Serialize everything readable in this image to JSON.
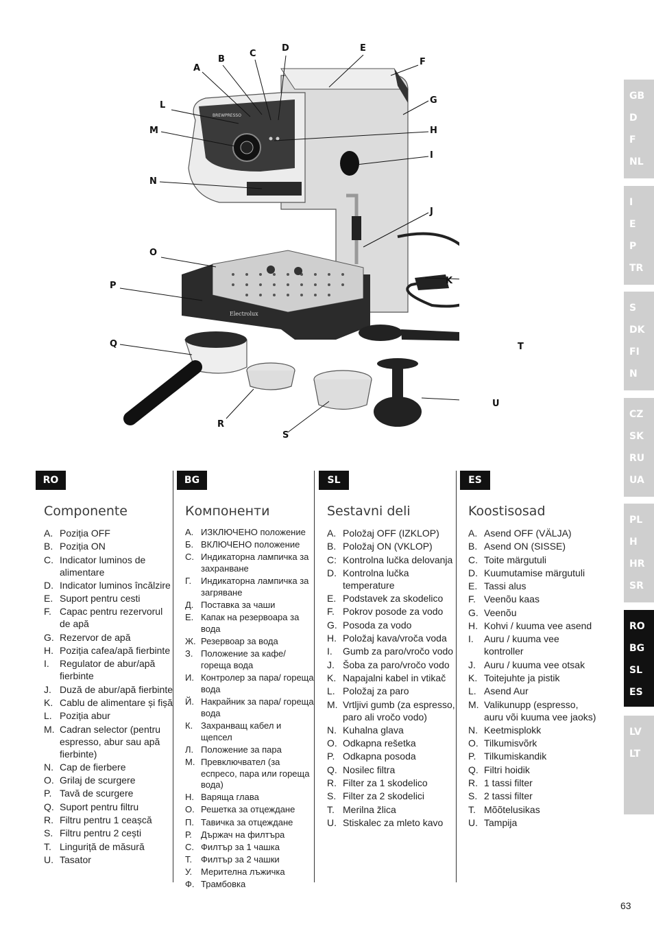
{
  "callouts": [
    "A",
    "B",
    "C",
    "D",
    "E",
    "F",
    "G",
    "H",
    "I",
    "J",
    "K",
    "L",
    "M",
    "N",
    "O",
    "P",
    "Q",
    "R",
    "S",
    "T",
    "U"
  ],
  "machine_brand": "Electrolux",
  "columns": [
    {
      "tag": "RO",
      "title": "Componente",
      "items": [
        {
          "k": "A.",
          "v": "Poziția OFF"
        },
        {
          "k": "B.",
          "v": "Poziția ON"
        },
        {
          "k": "C.",
          "v": "Indicator luminos de alimentare"
        },
        {
          "k": "D.",
          "v": "Indicator luminos încălzire"
        },
        {
          "k": "E.",
          "v": "Suport pentru cesti"
        },
        {
          "k": "F.",
          "v": "Capac pentru rezervorul de apă"
        },
        {
          "k": "G.",
          "v": "Rezervor de apă"
        },
        {
          "k": "H.",
          "v": "Poziția cafea/apă fierbinte"
        },
        {
          "k": "I.",
          "v": "Regulator de abur/apă fierbinte"
        },
        {
          "k": "J.",
          "v": "Duză de abur/apă fierbinte"
        },
        {
          "k": "K.",
          "v": "Cablu de alimentare și fișă"
        },
        {
          "k": "L.",
          "v": "Poziția abur"
        },
        {
          "k": "M.",
          "v": "Cadran selector (pentru espresso, abur sau apă fierbinte)"
        },
        {
          "k": "N.",
          "v": "Cap de fierbere"
        },
        {
          "k": "O.",
          "v": "Grilaj de scurgere"
        },
        {
          "k": "P.",
          "v": "Tavă de scurgere"
        },
        {
          "k": "Q.",
          "v": "Suport pentru filtru"
        },
        {
          "k": "R.",
          "v": "Filtru pentru 1 ceașcă"
        },
        {
          "k": "S.",
          "v": "Filtru pentru 2 cești"
        },
        {
          "k": "T.",
          "v": "Linguriță de măsură"
        },
        {
          "k": "U.",
          "v": "Tasator"
        }
      ]
    },
    {
      "tag": "BG",
      "title": "Компоненти",
      "items": [
        {
          "k": "A.",
          "v": "ИЗКЛЮЧЕНО положение"
        },
        {
          "k": "Б.",
          "v": "ВКЛЮЧЕНО положение"
        },
        {
          "k": "С.",
          "v": "Индикаторна лампичка за захранване"
        },
        {
          "k": "Г.",
          "v": "Индикаторна лампичка за загряване"
        },
        {
          "k": "Д.",
          "v": "Поставка за чаши"
        },
        {
          "k": "Е.",
          "v": "Капак на резервоара за вода"
        },
        {
          "k": "Ж.",
          "v": "Резервоар за вода"
        },
        {
          "k": "З.",
          "v": "Положение за кафе/ гореща вода"
        },
        {
          "k": "И.",
          "v": "Контролер за пара/ гореща вода"
        },
        {
          "k": "Й.",
          "v": "Накрайник за пара/ гореща вода"
        },
        {
          "k": "К.",
          "v": "Захранващ кабел и щепсел"
        },
        {
          "k": "Л.",
          "v": "Положение за пара"
        },
        {
          "k": "М.",
          "v": "Превключвател (за еспресо, пара или гореща вода)"
        },
        {
          "k": "Н.",
          "v": "Варяща глава"
        },
        {
          "k": "О.",
          "v": "Решетка за отцеждане"
        },
        {
          "k": "П.",
          "v": "Тавичка за отцеждане"
        },
        {
          "k": "Р.",
          "v": "Държач на филтъра"
        },
        {
          "k": "С.",
          "v": "Филтър за 1 чашка"
        },
        {
          "k": "Т.",
          "v": "Филтър за 2 чашки"
        },
        {
          "k": "У.",
          "v": "Мерителна лъжичка"
        },
        {
          "k": "Ф.",
          "v": "Трамбовка"
        }
      ]
    },
    {
      "tag": "SL",
      "title": "Sestavni deli",
      "items": [
        {
          "k": "A.",
          "v": "Položaj OFF (IZKLOP)"
        },
        {
          "k": "B.",
          "v": "Položaj ON (VKLOP)"
        },
        {
          "k": "C:",
          "v": "Kontrolna lučka delovanja"
        },
        {
          "k": "D.",
          "v": "Kontrolna lučka temperature"
        },
        {
          "k": "E.",
          "v": "Podstavek za skodelico"
        },
        {
          "k": "F.",
          "v": "Pokrov posode za vodo"
        },
        {
          "k": "G.",
          "v": "Posoda za vodo"
        },
        {
          "k": "H.",
          "v": "Položaj kava/vroča voda"
        },
        {
          "k": "I.",
          "v": "Gumb za paro/vročo vodo"
        },
        {
          "k": "J.",
          "v": "Šoba za paro/vročo vodo"
        },
        {
          "k": "K.",
          "v": "Napajalni kabel in vtikač"
        },
        {
          "k": "L.",
          "v": "Položaj za paro"
        },
        {
          "k": "M.",
          "v": "Vrtljivi gumb (za espresso, paro ali vročo vodo)"
        },
        {
          "k": "N.",
          "v": "Kuhalna glava"
        },
        {
          "k": "O.",
          "v": "Odkapna rešetka"
        },
        {
          "k": "P.",
          "v": "Odkapna posoda"
        },
        {
          "k": "Q.",
          "v": "Nosilec filtra"
        },
        {
          "k": "R.",
          "v": "Filter za 1 skodelico"
        },
        {
          "k": "S.",
          "v": "Filter za 2 skodelici"
        },
        {
          "k": "T.",
          "v": "Merilna žlica"
        },
        {
          "k": "U.",
          "v": "Stiskalec za mleto kavo"
        }
      ]
    },
    {
      "tag": "ES",
      "title": "Koostisosad",
      "items": [
        {
          "k": "A.",
          "v": "Asend OFF (VÄLJA)"
        },
        {
          "k": "B.",
          "v": "Asend ON (SISSE)"
        },
        {
          "k": "C.",
          "v": "Toite märgutuli"
        },
        {
          "k": "D.",
          "v": "Kuumutamise märgutuli"
        },
        {
          "k": "E.",
          "v": "Tassi alus"
        },
        {
          "k": "F.",
          "v": "Veenõu kaas"
        },
        {
          "k": "G.",
          "v": "Veenõu"
        },
        {
          "k": "H.",
          "v": "Kohvi / kuuma vee asend"
        },
        {
          "k": "I.",
          "v": "Auru / kuuma vee kontroller"
        },
        {
          "k": "J.",
          "v": "Auru / kuuma vee otsak"
        },
        {
          "k": "K.",
          "v": "Toitejuhte ja pistik"
        },
        {
          "k": "L.",
          "v": "Asend Aur"
        },
        {
          "k": "M.",
          "v": "Valikunupp (espresso, auru või kuuma vee jaoks)"
        },
        {
          "k": "N.",
          "v": "Keetmisplokk"
        },
        {
          "k": "O.",
          "v": "Tilkumisvõrk"
        },
        {
          "k": "P.",
          "v": "Tilkumiskandik"
        },
        {
          "k": "Q.",
          "v": "Filtri hoidik"
        },
        {
          "k": "R.",
          "v": "1 tassi filter"
        },
        {
          "k": "S.",
          "v": "2 tassi filter"
        },
        {
          "k": "T.",
          "v": "Mõõtelusikas"
        },
        {
          "k": "U.",
          "v": "Tampija"
        }
      ]
    }
  ],
  "sidebar": [
    {
      "langs": [
        "GB",
        "D",
        "F",
        "NL"
      ],
      "active": false
    },
    {
      "langs": [
        "I",
        "E",
        "P",
        "TR"
      ],
      "active": false
    },
    {
      "langs": [
        "S",
        "DK",
        "FI",
        "N"
      ],
      "active": false
    },
    {
      "langs": [
        "CZ",
        "SK",
        "RU",
        "UA"
      ],
      "active": false
    },
    {
      "langs": [
        "PL",
        "H",
        "HR",
        "SR"
      ],
      "active": false
    },
    {
      "langs": [
        "RO",
        "BG",
        "SL",
        "ES"
      ],
      "active": true
    },
    {
      "langs": [
        "LV",
        "LT"
      ],
      "active": false
    }
  ],
  "page_number": "63",
  "colors": {
    "sidebar_inactive": "#cfcfcf",
    "sidebar_active": "#111111",
    "tag_bg": "#111111"
  }
}
